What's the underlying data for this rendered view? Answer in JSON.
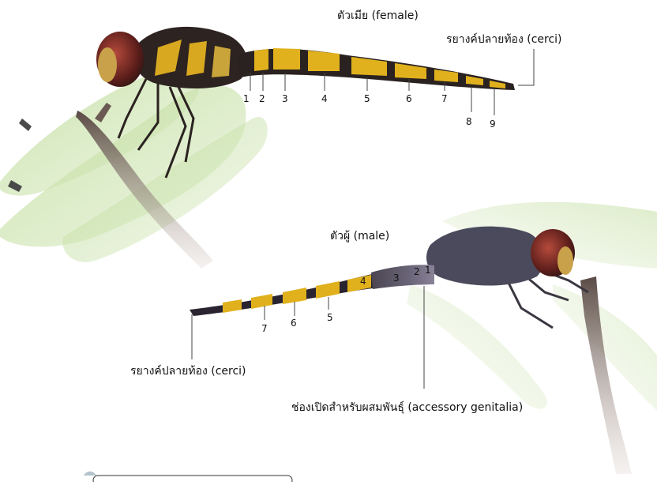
{
  "female": {
    "title": "ตัวเมีย (female)",
    "cerci_label": "รยางค์ปลายท้อง (cerci)",
    "segments": [
      "1",
      "2",
      "3",
      "4",
      "5",
      "6",
      "7",
      "8",
      "9"
    ]
  },
  "male": {
    "title": "ตัวผู้ (male)",
    "cerci_label": "รยางค์ปลายท้อง (cerci)",
    "accessory_label": "ช่องเปิดสำหรับผสมพันธุ์ (accessory genitalia)",
    "segments": [
      "1",
      "2",
      "3",
      "4",
      "5",
      "6",
      "7"
    ]
  },
  "colors": {
    "body_dark": "#2d2320",
    "body_purple": "#5a5568",
    "yellow_band": "#e0b11d",
    "wing": "#b8d49a",
    "stick": "#6b5a52"
  },
  "icon": "dragonfly-diagram-icon"
}
